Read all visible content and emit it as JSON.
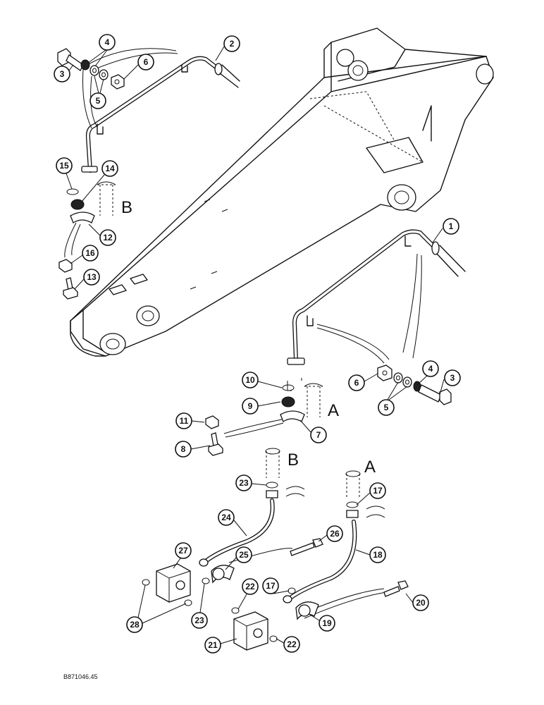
{
  "figure_id": "B871046.45",
  "view_letters": {
    "a_upper": "A",
    "b_upper": "B",
    "a_lower": "A",
    "b_lower": "B"
  },
  "callouts": {
    "c1": "1",
    "c2": "2",
    "c3a": "3",
    "c3b": "3",
    "c4a": "4",
    "c4b": "4",
    "c5a": "5",
    "c5b": "5",
    "c6a": "6",
    "c6b": "6",
    "c7": "7",
    "c8": "8",
    "c9": "9",
    "c10": "10",
    "c11": "11",
    "c12": "12",
    "c13": "13",
    "c14": "14",
    "c15": "15",
    "c16": "16",
    "c17a": "17",
    "c17b": "17",
    "c18": "18",
    "c19": "19",
    "c20": "20",
    "c21": "21",
    "c22a": "22",
    "c22b": "22",
    "c23a": "23",
    "c23b": "23",
    "c24": "24",
    "c25": "25",
    "c26": "26",
    "c27": "27",
    "c28": "28"
  }
}
